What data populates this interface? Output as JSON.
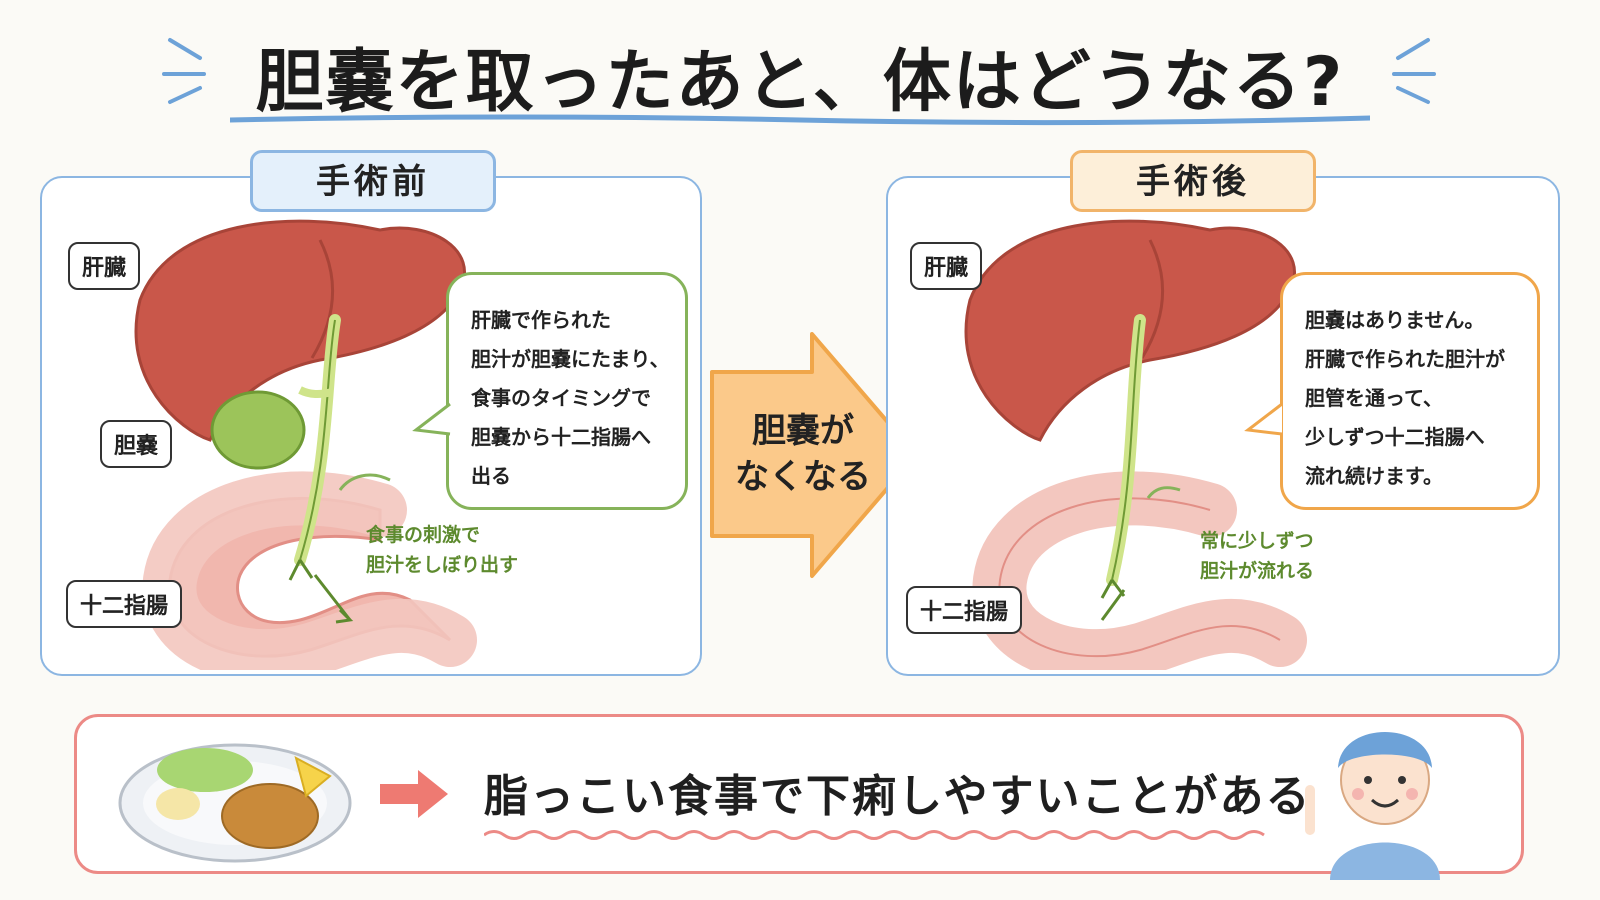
{
  "title": "胆嚢を取ったあと、体はどうなる?",
  "before": {
    "tag": "手術前",
    "labels": {
      "liver": "肝臓",
      "gallbladder": "胆嚢",
      "duodenum": "十二指腸"
    },
    "bubble_lines": [
      "肝臓で作られた",
      "胆汁が胆嚢にたまり、",
      "食事のタイミングで",
      "胆嚢から十二指腸へ",
      "出る"
    ],
    "note_lines": [
      "食事の刺激で",
      "胆汁をしぼり出す"
    ]
  },
  "transition": {
    "lines": [
      "胆嚢が",
      "なくなる"
    ]
  },
  "after": {
    "tag": "手術後",
    "labels": {
      "liver": "肝臓",
      "duodenum": "十二指腸"
    },
    "bubble_lines": [
      "胆嚢はありません。",
      "肝臓で作られた胆汁が",
      "胆管を通って、",
      "少しずつ十二指腸へ",
      "流れ続けます。"
    ],
    "note_lines": [
      "常に少しずつ",
      "胆汁が流れる"
    ]
  },
  "bottom": {
    "message": "脂っこい食事で下痢しやすいことがある"
  },
  "colors": {
    "panel_border": "#8cb6e2",
    "before_accent": "#86b35a",
    "after_accent": "#f0a64a",
    "liver": "#c9574a",
    "duodenum": "#f1b7ae",
    "gallbladder": "#9cc45a",
    "bottom_border": "#ec8a86"
  }
}
